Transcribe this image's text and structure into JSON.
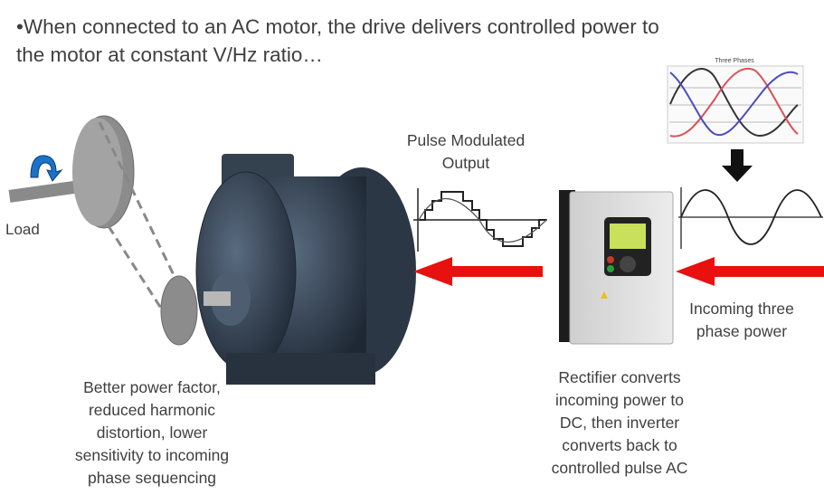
{
  "title": {
    "line1": "•When connected to an AC motor, the drive delivers controlled power to",
    "line2": "the motor at constant V/Hz ratio…"
  },
  "labels": {
    "load": "Load",
    "pulse_line1": "Pulse Modulated",
    "pulse_line2": "Output",
    "incoming_line1": "Incoming three",
    "incoming_line2": "phase power",
    "rectifier": [
      "Rectifier converts",
      "incoming power to",
      "DC, then inverter",
      "converts back to",
      "controlled pulse AC"
    ],
    "benefits": [
      "Better power factor,",
      "reduced harmonic",
      "distortion, lower",
      "sensitivity to incoming",
      "phase sequencing"
    ],
    "three_phases_title": "Three Phases"
  },
  "colors": {
    "arrow": "#e8110f",
    "motor": "#3a4a5c",
    "phase_a": "#333333",
    "phase_b": "#d9505a",
    "phase_c": "#4b4bc4"
  }
}
